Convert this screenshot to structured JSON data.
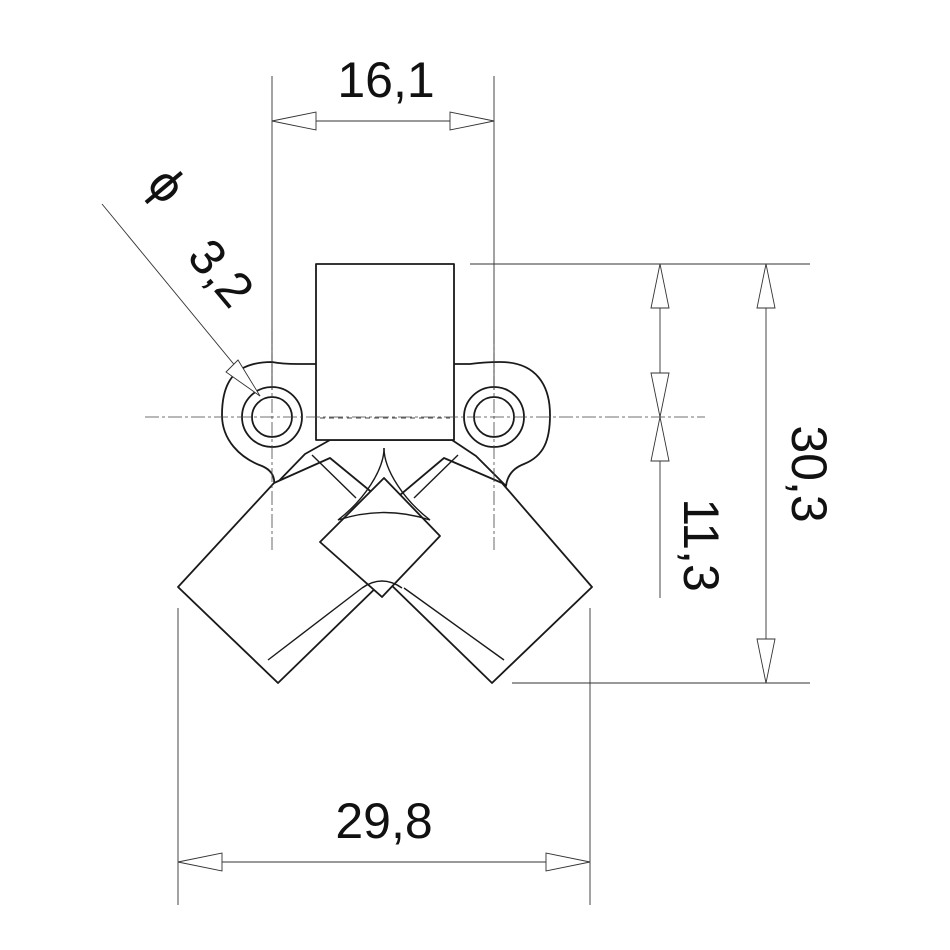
{
  "drawing": {
    "dimensions": {
      "width_top": "16,1",
      "hole_diameter_symbol": "ϕ",
      "hole_diameter": "3,2",
      "height_total": "30,3",
      "height_partial": "11,3",
      "width_bottom": "29,8"
    }
  }
}
